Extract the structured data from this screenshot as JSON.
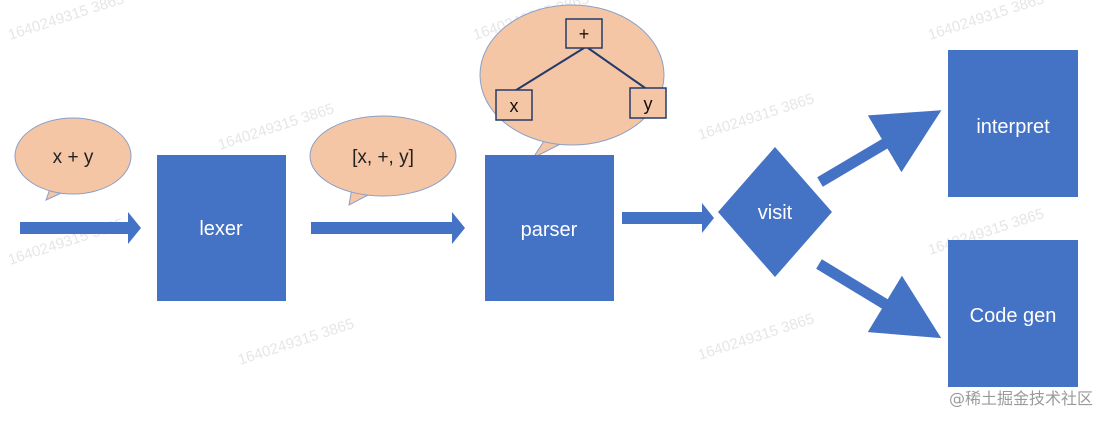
{
  "watermark": "1640249315 3865",
  "colors": {
    "box": "#4472c4",
    "bubble_fill": "#f5c6a5",
    "bubble_stroke": "#8aa0c8",
    "tree_stroke": "#243b6a"
  },
  "input_bubble": {
    "text": "x + y"
  },
  "tokens_bubble": {
    "text": "[x, +, y]"
  },
  "lexer": {
    "label": "lexer"
  },
  "parser": {
    "label": "parser"
  },
  "visit": {
    "label": "visit"
  },
  "interpret": {
    "label": "interpret"
  },
  "codegen": {
    "label": "Code gen"
  },
  "ast": {
    "root": "+",
    "left": "x",
    "right": "y"
  },
  "credit": "@稀土掘金技术社区"
}
